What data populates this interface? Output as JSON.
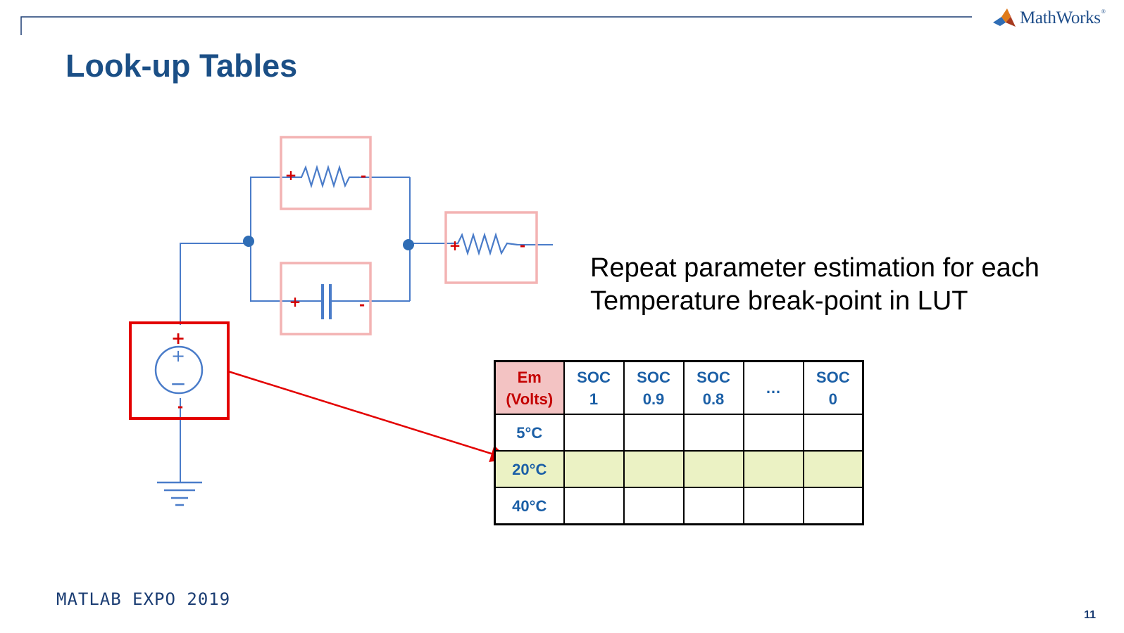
{
  "slide": {
    "title": "Look-up Tables",
    "description_line1": "Repeat parameter estimation for each",
    "description_line2": "Temperature break-point in LUT",
    "footer_event": "MATLAB EXPO 2019",
    "page_number": "11"
  },
  "logo": {
    "text": "MathWorks",
    "tm": "®"
  },
  "circuit": {
    "plus": "+",
    "minus": "-",
    "source_plus": "+",
    "source_minus": "−"
  },
  "lut": {
    "corner_line1": "Em",
    "corner_line2": "(Volts)",
    "columns": [
      {
        "line1": "SOC",
        "line2": "1"
      },
      {
        "line1": "SOC",
        "line2": "0.9"
      },
      {
        "line1": "SOC",
        "line2": "0.8"
      },
      {
        "line1": "…",
        "line2": ""
      },
      {
        "line1": "SOC",
        "line2": "0"
      }
    ],
    "rows": [
      "5°C",
      "20°C",
      "40°C"
    ],
    "highlighted_row": "20°C"
  },
  "colors": {
    "title": "#1b4f86",
    "wire": "#4a7cc9",
    "highlight_box": "#f3b3b3",
    "active_box": "#e30000",
    "lut_highlight_row": "#ebf2c4",
    "lut_corner": "#f3c3c3"
  }
}
